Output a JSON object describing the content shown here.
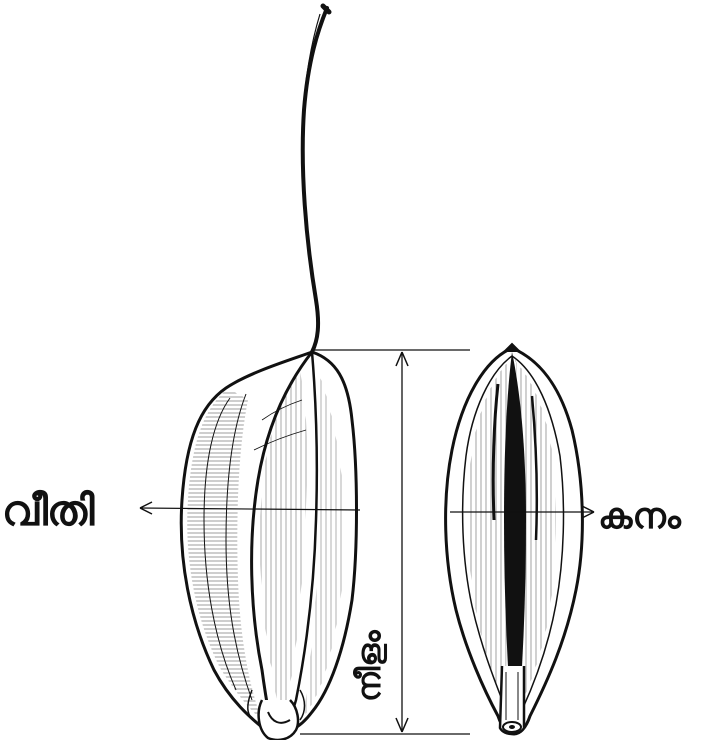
{
  "figure": {
    "labels": {
      "width": "വീതി",
      "length": "നീളം",
      "thickness": "കനം"
    },
    "ink_color": "#111111",
    "background_color": "#ffffff"
  }
}
